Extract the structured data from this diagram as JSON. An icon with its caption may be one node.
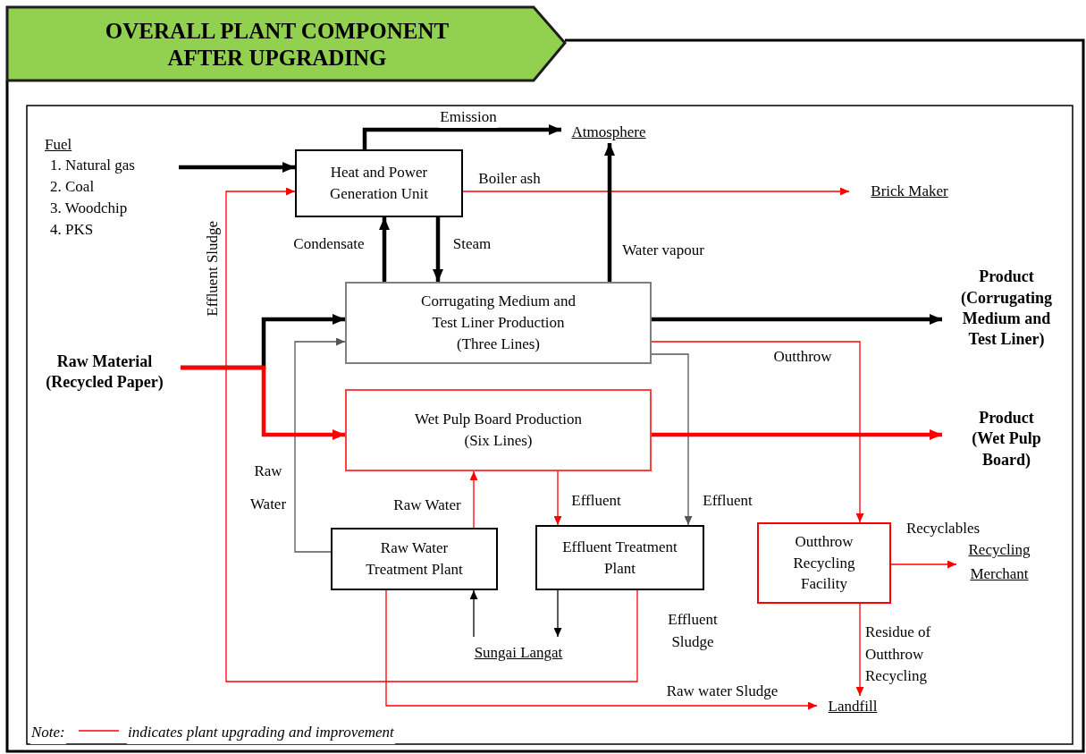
{
  "diagram": {
    "title": "OVERALL PLANT COMPONENT AFTER UPGRADING",
    "nodes": [
      {
        "text": [
          "Heat and Power Generation Unit"
        ]
      },
      {
        "text": [
          "Corrugating Medium and Test Liner Production (Three Lines)"
        ]
      },
      {
        "text": [
          "Wet Pulp Board Production (Six Lines)"
        ]
      },
      {
        "text": [
          "Raw Water Treatment Plant"
        ]
      },
      {
        "text": [
          "Effluent Treatment Plant"
        ]
      },
      {
        "text": [
          "Outthrow Recycling Facility"
        ]
      },
      {
        "text": [
          "Fuel",
          "1. Natural gas",
          "2. Coal",
          "3. Woodchip",
          "4. PKS"
        ]
      },
      {
        "text": [
          "Atmosphere"
        ]
      },
      {
        "text": [
          "Brick Maker"
        ]
      },
      {
        "text": [
          "Raw Material (Recycled Paper)"
        ]
      },
      {
        "text": [
          "Product (Corrugating Medium and Test Liner)"
        ]
      },
      {
        "text": [
          "Product (Wet Pulp Board)"
        ]
      },
      {
        "text": [
          "Recycling Merchant"
        ]
      },
      {
        "text": [
          "Sungai Langat"
        ]
      },
      {
        "text": [
          "Landfill"
        ]
      }
    ],
    "edges": [
      {
        "from": 6,
        "to": 0,
        "arrow": "to",
        "style": "thick",
        "color": "#000000"
      },
      {
        "from": 4,
        "to": 0,
        "arrow": "to",
        "label": "Effluent Sludge",
        "color": "#ff0000"
      },
      {
        "from": 0,
        "to": 7,
        "arrow": "to",
        "label": "Emission",
        "style": "thick",
        "color": "#000000"
      },
      {
        "from": 0,
        "to": 8,
        "arrow": "to",
        "label": "Boiler ash",
        "color": "#ff0000"
      },
      {
        "from": 1,
        "to": 0,
        "arrow": "to",
        "label": "Condensate",
        "style": "thick",
        "color": "#000000"
      },
      {
        "from": 0,
        "to": 1,
        "arrow": "to",
        "label": "Steam",
        "style": "thick",
        "color": "#000000"
      },
      {
        "from": 1,
        "to": 7,
        "arrow": "to",
        "label": "Water vapour",
        "style": "thick",
        "color": "#000000"
      },
      {
        "from": 9,
        "to": 1,
        "arrow": "to",
        "style": "thick",
        "color": "#000000"
      },
      {
        "from": 9,
        "to": 2,
        "arrow": "to",
        "style": "thick",
        "color": "#ff0000"
      },
      {
        "from": 3,
        "to": 1,
        "arrow": "to",
        "label": "Raw Water",
        "color": "#555555"
      },
      {
        "from": 3,
        "to": 2,
        "arrow": "to",
        "label": "Raw Water",
        "color": "#ff0000"
      },
      {
        "from": 1,
        "to": 10,
        "arrow": "to",
        "style": "thick",
        "color": "#000000"
      },
      {
        "from": 2,
        "to": 11,
        "arrow": "to",
        "style": "thick",
        "color": "#ff0000"
      },
      {
        "from": 1,
        "to": 5,
        "arrow": "to",
        "label": "Outthrow",
        "color": "#ff0000"
      },
      {
        "from": 1,
        "to": 4,
        "arrow": "to",
        "label": "Effluent",
        "color": "#555555"
      },
      {
        "from": 2,
        "to": 4,
        "arrow": "to",
        "label": "Effluent",
        "color": "#ff0000"
      },
      {
        "from": 13,
        "to": 3,
        "arrow": "to",
        "color": "#000000"
      },
      {
        "from": 4,
        "to": 13,
        "arrow": "to",
        "color": "#000000"
      },
      {
        "from": 5,
        "to": 12,
        "arrow": "to",
        "label": "Recyclables",
        "color": "#ff0000"
      },
      {
        "from": 5,
        "to": 14,
        "arrow": "to",
        "label": "Residue of Outthrow Recycling",
        "color": "#ff0000"
      },
      {
        "from": 3,
        "to": 14,
        "arrow": "to",
        "label": "Raw water Sludge",
        "color": "#ff0000"
      }
    ],
    "labels": [
      "Effluent Sludge",
      "Note:"
    ],
    "legend": [
      {
        "text": "indicates plant upgrading and improvement"
      }
    ]
  }
}
